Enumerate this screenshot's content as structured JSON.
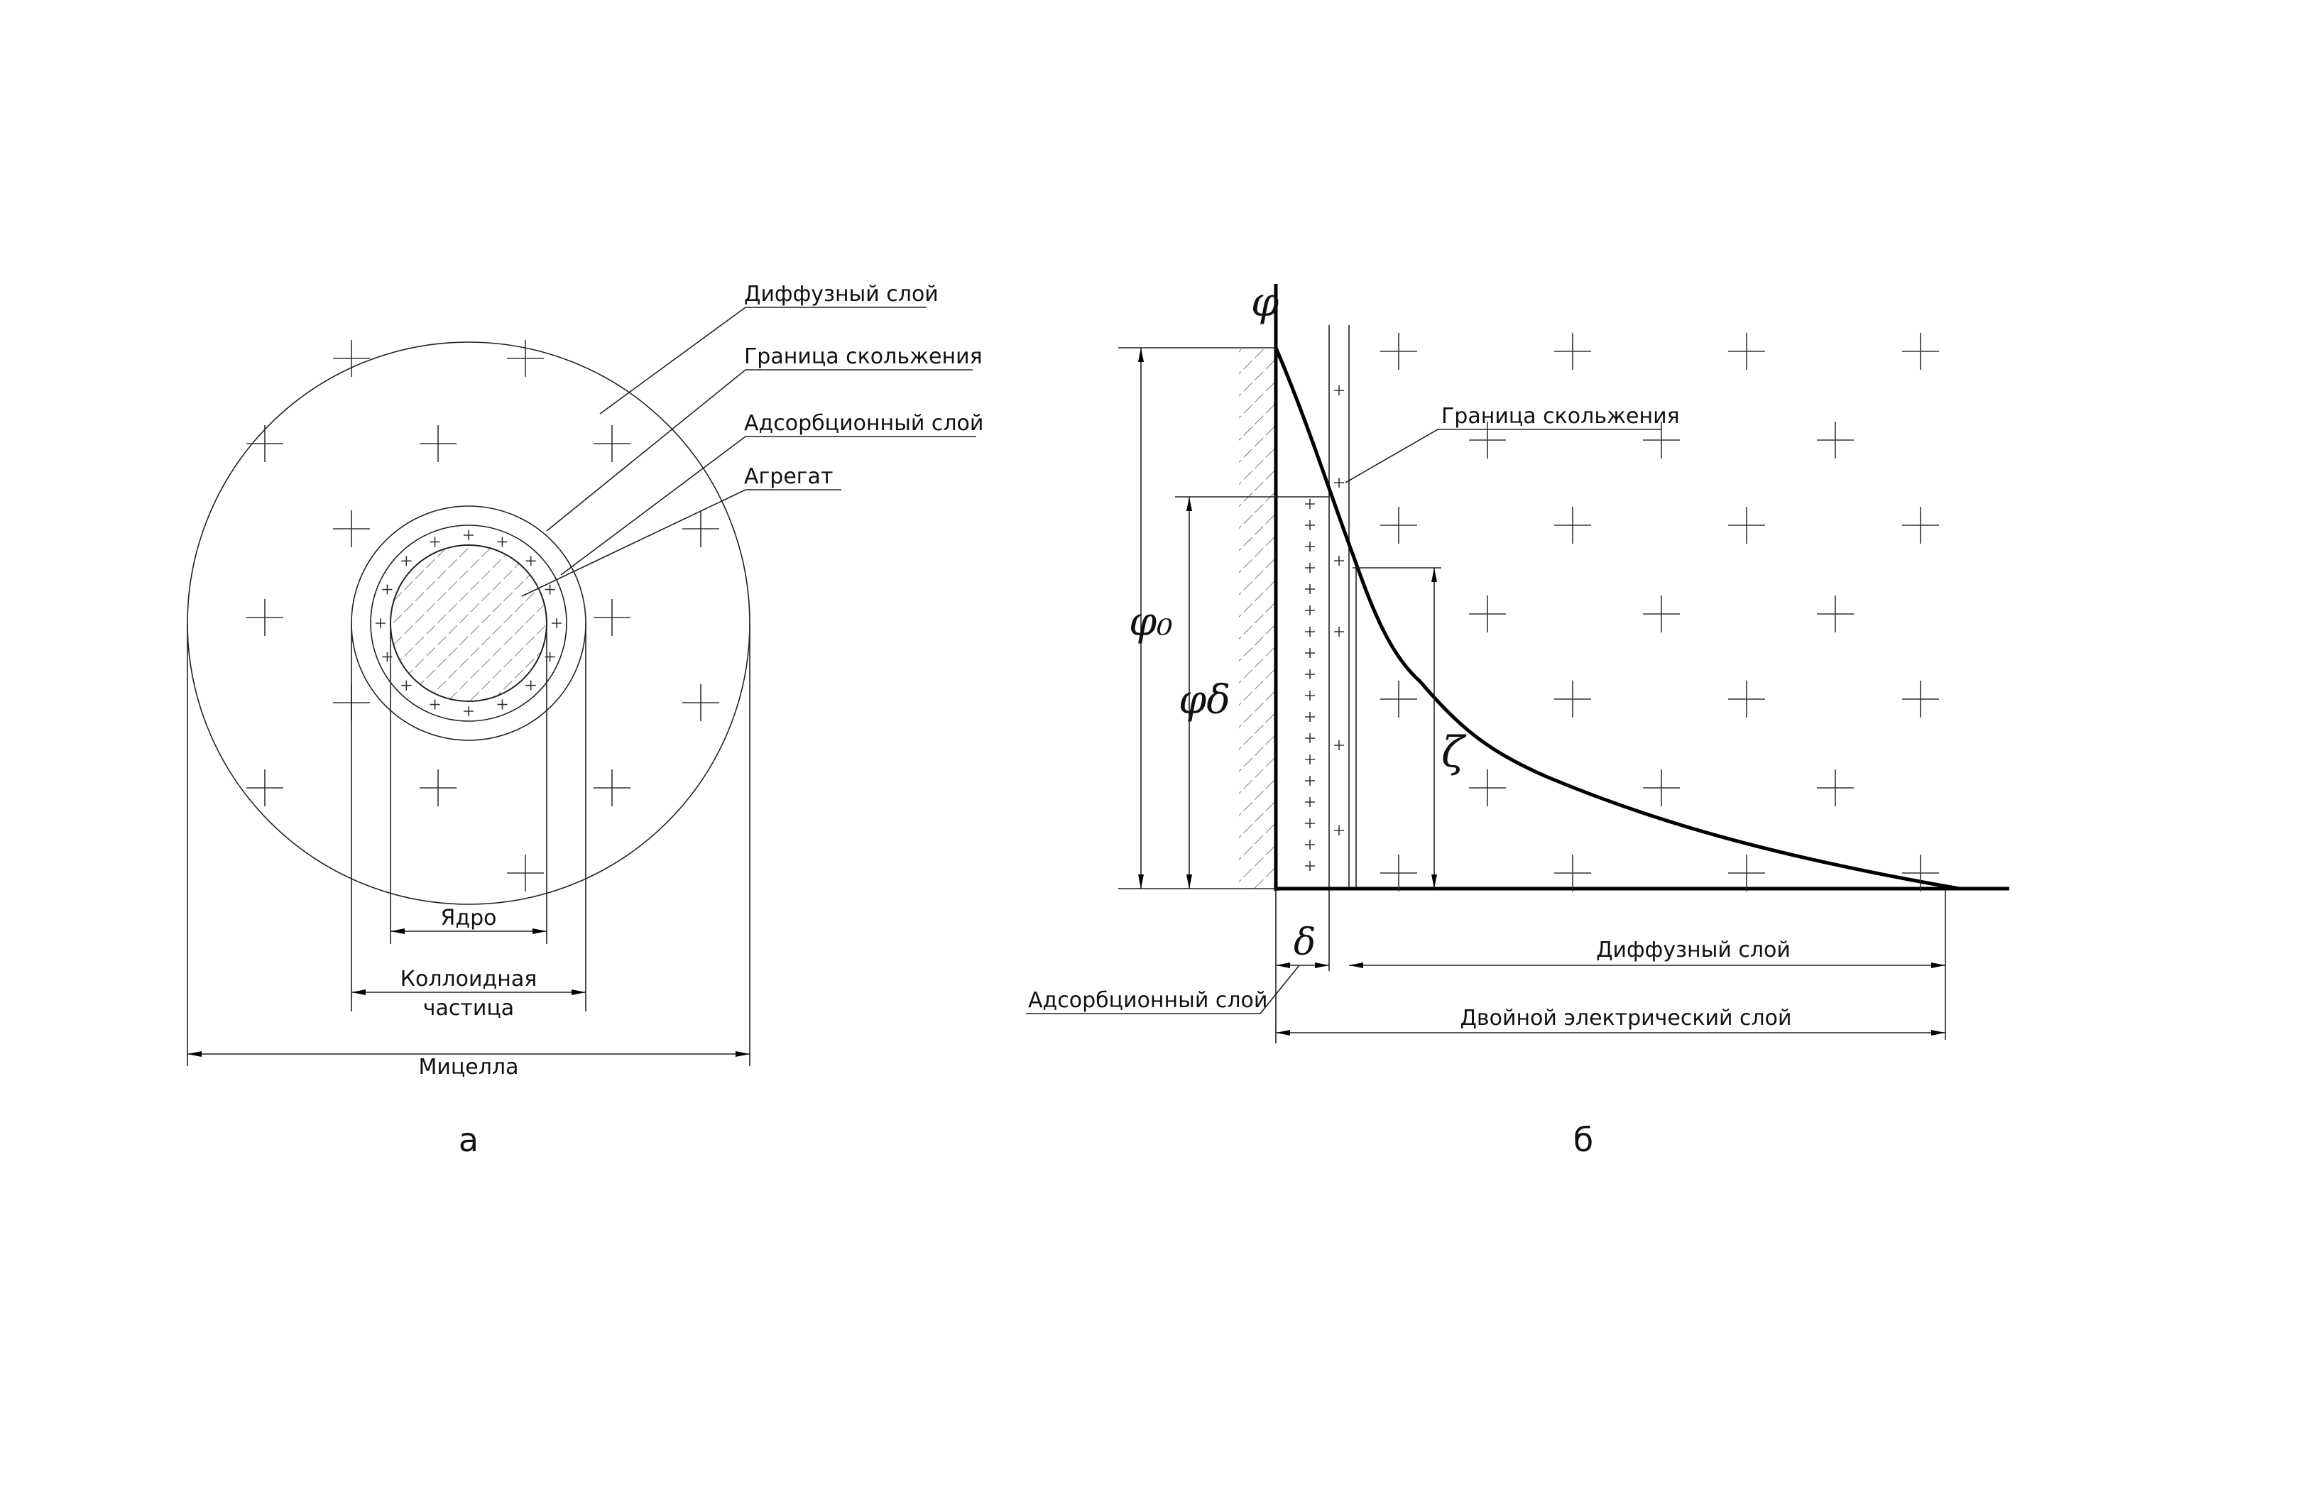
{
  "figure_a": {
    "labels": {
      "diffuse_layer": "Диффузный слой",
      "slip_boundary": "Граница скольжения",
      "adsorption_layer": "Адсорбционный слой",
      "aggregate": "Агрегат",
      "core": "Ядро",
      "colloid_particle_line1": "Коллоидная",
      "colloid_particle_line2": "частица",
      "micelle": "Мицелла"
    },
    "caption": "а"
  },
  "figure_b": {
    "labels": {
      "phi": "φ",
      "phi0": "φ₀",
      "phi_delta": "φδ",
      "zeta": "ζ",
      "delta": "δ",
      "slip_boundary": "Граница скольжения",
      "diffuse_layer": "Диффузный слой",
      "adsorption_layer": "Адсорбционный слой",
      "double_layer": "Двойной электрический слой"
    },
    "caption": "б"
  }
}
